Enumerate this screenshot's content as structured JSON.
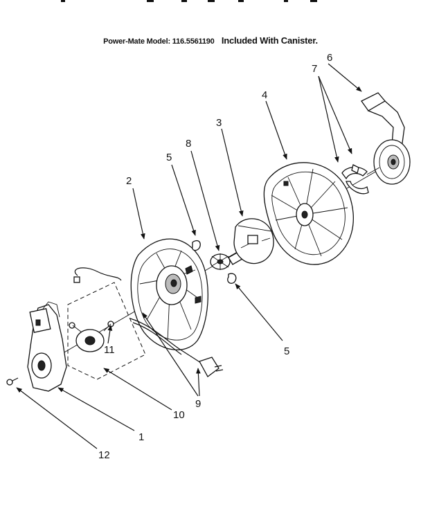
{
  "caption": {
    "model_text": "Power-Mate Model: 116.5561190",
    "included_text": "Included With Canister."
  },
  "callouts": [
    "1",
    "2",
    "3",
    "4",
    "5",
    "5",
    "6",
    "7",
    "8",
    "9",
    "10",
    "11",
    "12"
  ]
}
